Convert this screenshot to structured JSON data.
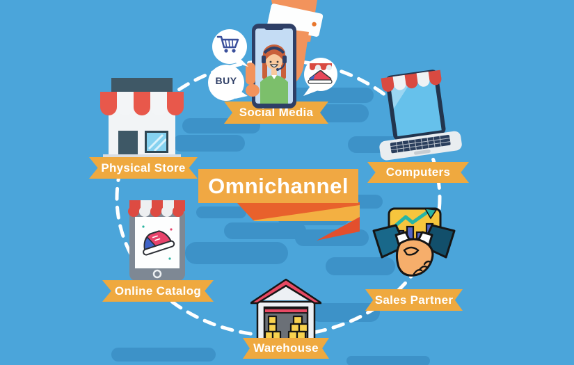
{
  "diagram": {
    "title": "Omnichannel",
    "nodes": [
      {
        "id": "physical-store",
        "label": "Physical Store",
        "icon": "storefront-icon"
      },
      {
        "id": "social-media",
        "label": "Social Media",
        "icon": "phone-support-icon"
      },
      {
        "id": "computers",
        "label": "Computers",
        "icon": "laptop-shop-icon"
      },
      {
        "id": "online-catalog",
        "label": "Online Catalog",
        "icon": "tablet-sneaker-icon"
      },
      {
        "id": "sales-partner",
        "label": "Sales Partner",
        "icon": "handshake-chart-icon"
      },
      {
        "id": "warehouse",
        "label": "Warehouse",
        "icon": "warehouse-icon"
      }
    ],
    "speech_bubbles": {
      "buy_label": "BUY",
      "cart_bubble_icon": "shopping-cart-icon",
      "shoe_bubble_icon": "sneaker-shop-icon"
    },
    "colors": {
      "background": "#4BA5DA",
      "streak": "#3D92C8",
      "ribbon": "#EFA93F",
      "banner": "#F0A843",
      "banner_fold": "#E8612C",
      "banner_tail": "#E34F2D",
      "dashes": "#FFFFFF",
      "label_text": "#FFFFFF"
    }
  }
}
